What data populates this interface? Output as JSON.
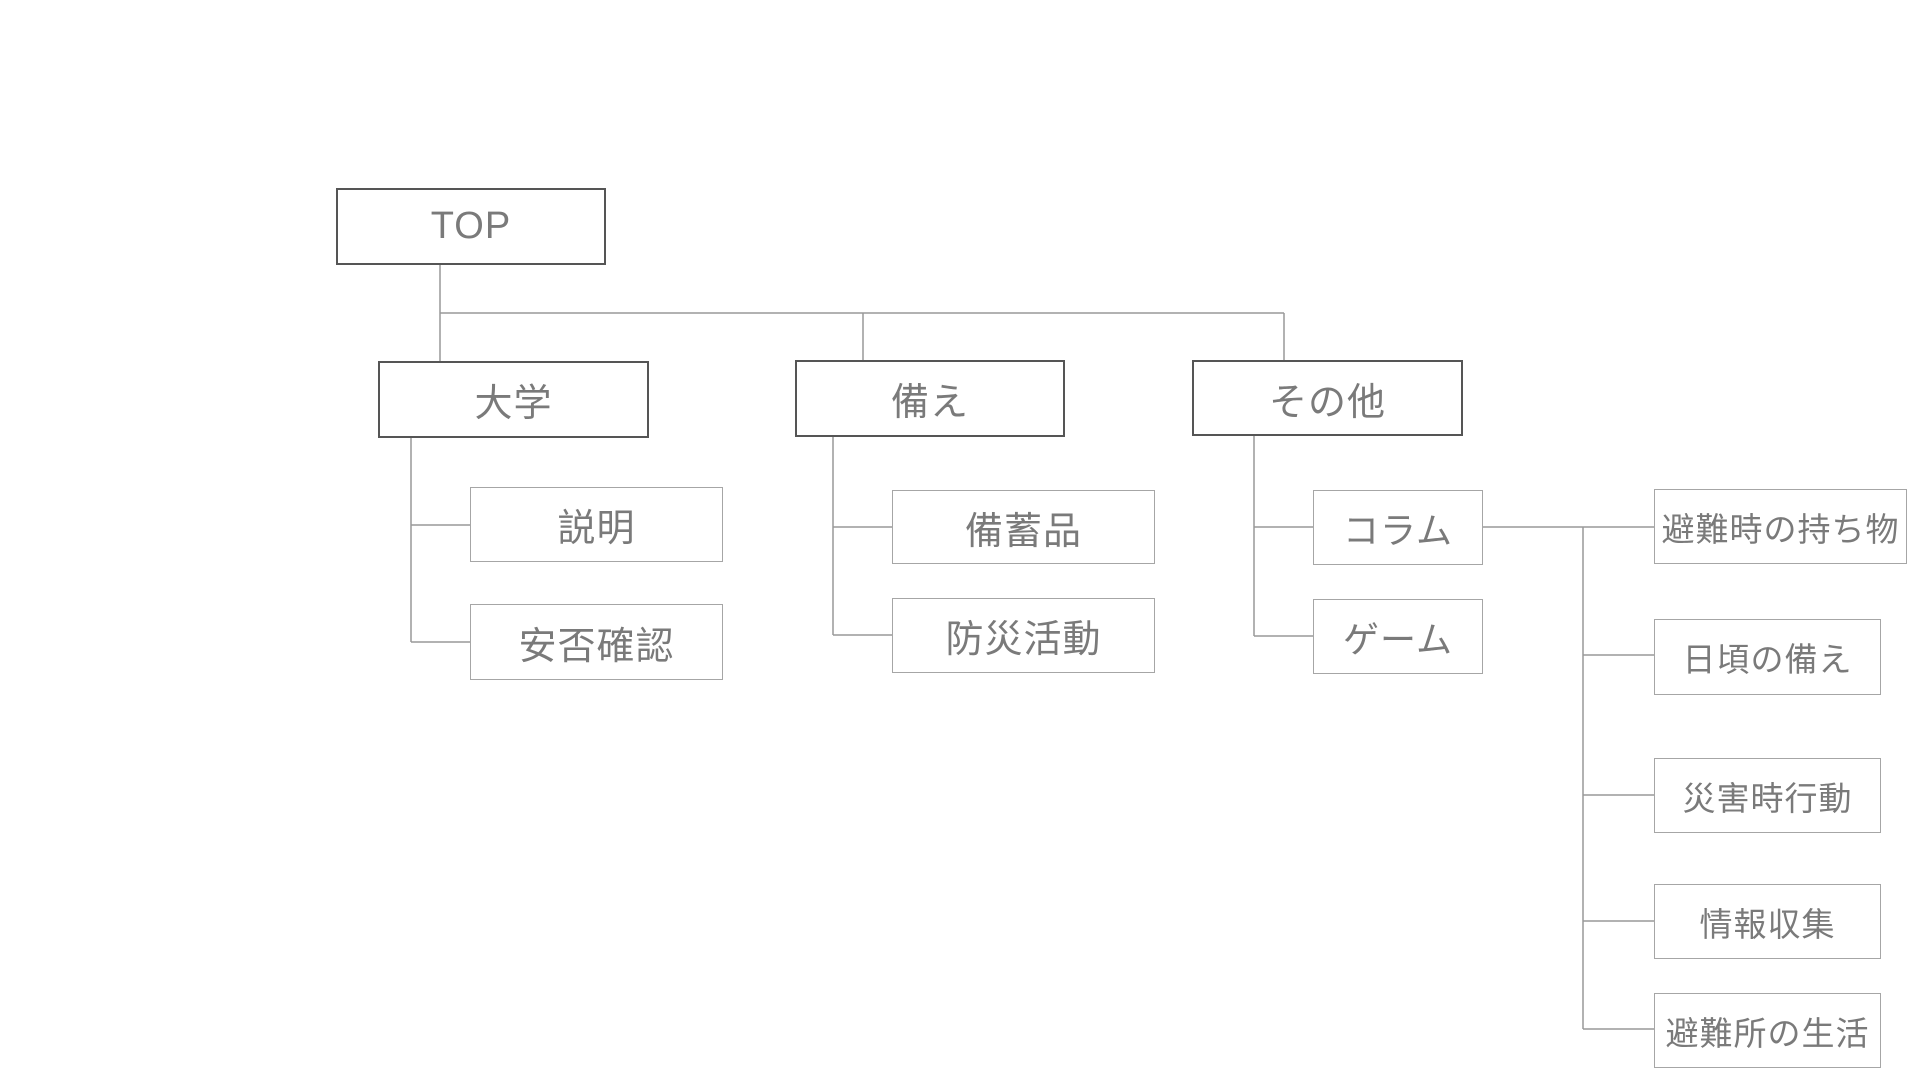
{
  "diagram_title": "site-map-tree",
  "colors": {
    "parent-border": "#555555",
    "child-border": "#a6a6a6",
    "line": "#999999",
    "text": "#7a7a7a",
    "bg": "#ffffff"
  },
  "tree": {
    "label": "TOP",
    "children": [
      {
        "label": "大学",
        "children": [
          {
            "label": "説明"
          },
          {
            "label": "安否確認"
          }
        ]
      },
      {
        "label": "備え",
        "children": [
          {
            "label": "備蓄品"
          },
          {
            "label": "防災活動"
          }
        ]
      },
      {
        "label": "その他",
        "children": [
          {
            "label": "コラム",
            "children": [
              {
                "label": "避難時の持ち物"
              },
              {
                "label": "日頃の備え"
              },
              {
                "label": "災害時行動"
              },
              {
                "label": "情報収集"
              },
              {
                "label": "避難所の生活"
              }
            ]
          },
          {
            "label": "ゲーム"
          }
        ]
      }
    ]
  }
}
